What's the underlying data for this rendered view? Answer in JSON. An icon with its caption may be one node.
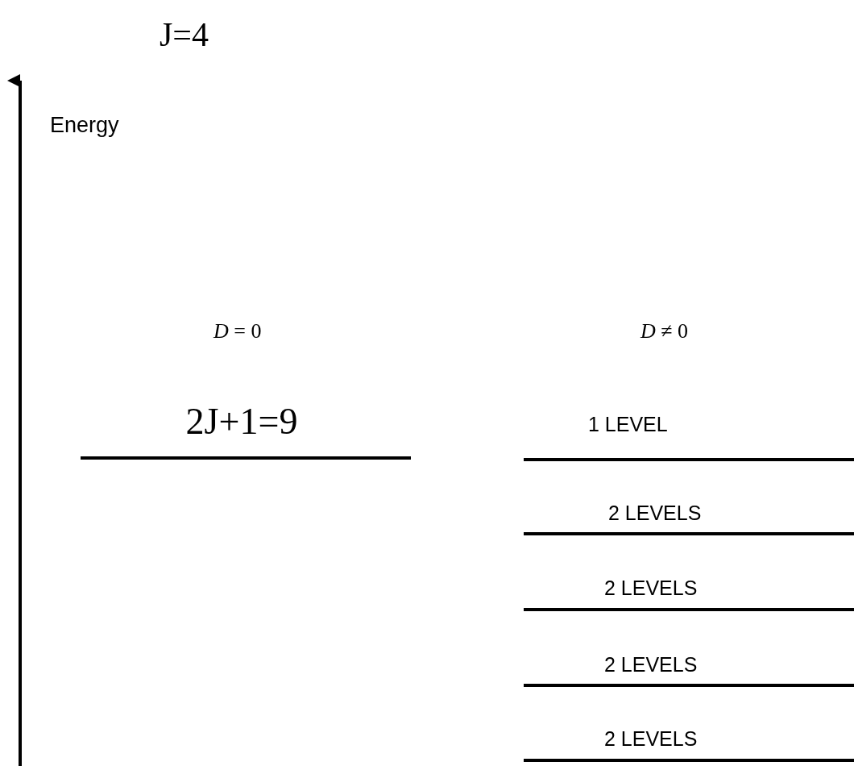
{
  "diagram": {
    "title": "J=4",
    "labels": [
      "Energy",
      "*D* = 0",
      "*D* ≠ 0",
      "2J+1=9",
      "1 LEVEL",
      "2 LEVELS",
      "2 LEVELS",
      "2 LEVELS",
      "2 LEVELS"
    ]
  }
}
